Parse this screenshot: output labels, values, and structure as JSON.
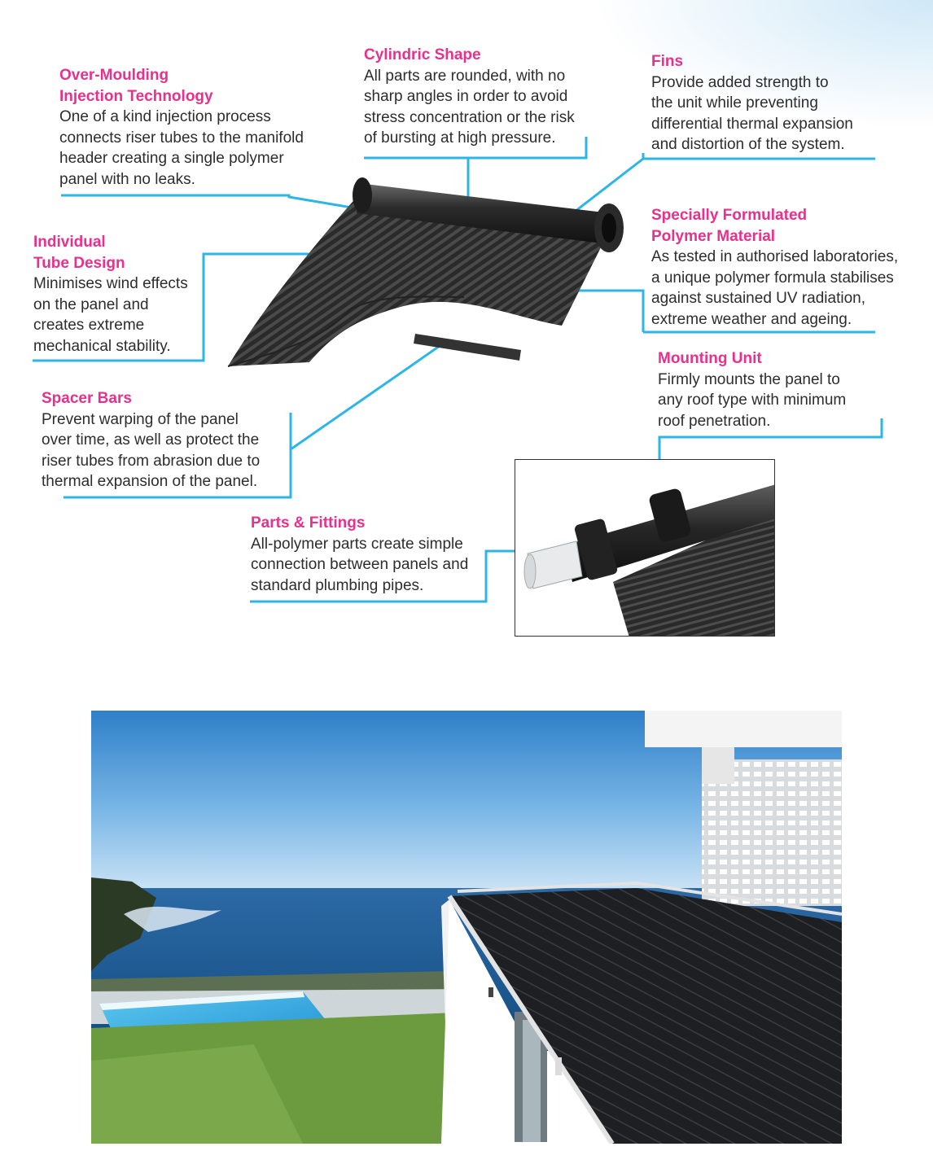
{
  "colors": {
    "accent": "#e8308c",
    "leader": "#2bb6e6",
    "text": "#2d2d2d"
  },
  "callouts": {
    "over_moulding": {
      "title": "Over-Moulding\nInjection Technology",
      "body": "One of a kind injection process\nconnects riser tubes to the manifold\nheader creating a single polymer\npanel with no leaks."
    },
    "cylindric": {
      "title": "Cylindric Shape",
      "body": "All parts are rounded, with no\nsharp angles in order to avoid\nstress concentration or the risk\nof bursting at high pressure."
    },
    "fins": {
      "title": "Fins",
      "body": "Provide added strength to\nthe unit while preventing\ndifferential thermal expansion\nand distortion of the system."
    },
    "individual": {
      "title": "Individual\nTube Design",
      "body": "Minimises wind effects\non the panel and\ncreates extreme\nmechanical stability."
    },
    "polymer": {
      "title": "Specially Formulated\nPolymer Material",
      "body": "As tested in authorised laboratories,\na unique polymer formula stabilises\nagainst sustained UV radiation,\nextreme weather and ageing."
    },
    "mounting": {
      "title": "Mounting Unit",
      "body": "Firmly mounts the panel to\nany roof type with minimum\nroof penetration."
    },
    "spacer": {
      "title": "Spacer Bars",
      "body": "Prevent warping of the panel\nover time, as well as protect the\nriser tubes from abrasion due to\nthermal expansion of the panel."
    },
    "fittings": {
      "title": "Parts & Fittings",
      "body": "All-polymer parts create simple\nconnection between panels and\nstandard plumbing pipes."
    }
  },
  "images": {
    "panel": "solar-panel-illustration",
    "inset": "mounting-unit-closeup",
    "photo": "rooftop-solar-panels-with-pool-and-ocean"
  }
}
